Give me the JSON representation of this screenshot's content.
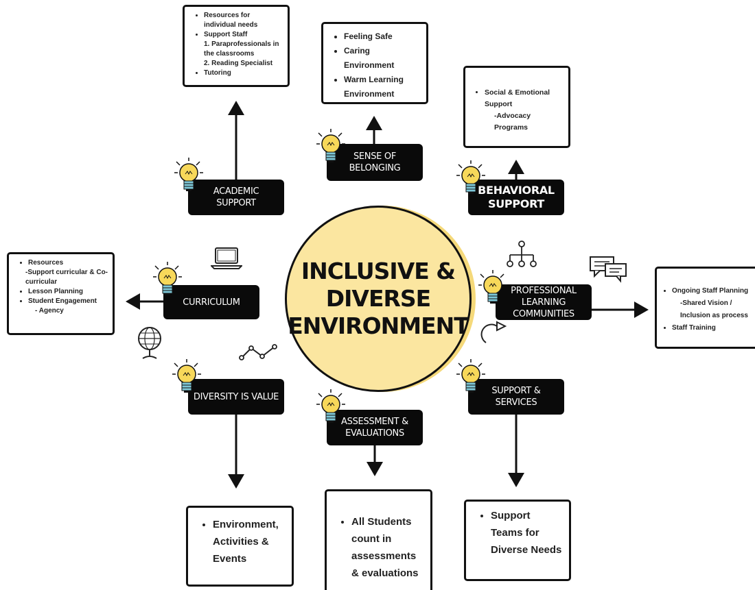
{
  "center": {
    "title": "INCLUSIVE & DIVERSE ENVIRONMENT"
  },
  "nodes": {
    "academic_support": "ACADEMIC SUPPORT",
    "sense_of_belonging": "SENSE OF BELONGING",
    "behavioral_support": "BEHAVIORAL SUPPORT",
    "curriculum": "CURRICULUM",
    "professional_learning": "PROFESSIONAL LEARNING COMMUNITIES",
    "diversity_is_value": "DIVERSITY IS VALUE",
    "assessment_evaluations": "ASSESSMENT & EVALUATIONS",
    "support_services": "SUPPORT & SERVICES"
  },
  "boxes": {
    "academic": {
      "item1": "Resources for individual needs",
      "item2": "Support Staff",
      "sub1": "1. Paraprofessionals in the classrooms",
      "sub2": "2. Reading Specialist",
      "item3": "Tutoring"
    },
    "belonging": [
      "Feeling Safe",
      "Caring Environment",
      "Warm Learning Environment"
    ],
    "behavioral": {
      "item1": "Social & Emotional Support",
      "sub1": "-Advocacy Programs"
    },
    "curriculum": {
      "item1": "Resources",
      "sub1": "-Support curricular & Co-curricular",
      "item2": "Lesson Planning",
      "item3": "Student Engagement",
      "sub2": "- Agency"
    },
    "plc": {
      "item1": "Ongoing Staff Planning",
      "sub1": "-Shared Vision / Inclusion as process",
      "item2": "Staff Training"
    },
    "diversity": "Environment, Activities & Events",
    "assessment": "All Students count in assessments & evaluations",
    "support": "Support Teams for Diverse Needs"
  },
  "icons": [
    "lightbulb-icon",
    "laptop-icon",
    "globe-icon",
    "line-graph-icon",
    "org-chart-icon",
    "chat-bubbles-icon",
    "cycle-arrow-icon"
  ],
  "colors": {
    "label_bg": "#0a0a0a",
    "circle_fill": "#fbe6a0",
    "bulb_yellow": "#f7d85a",
    "bulb_base": "#7ec8d8"
  }
}
